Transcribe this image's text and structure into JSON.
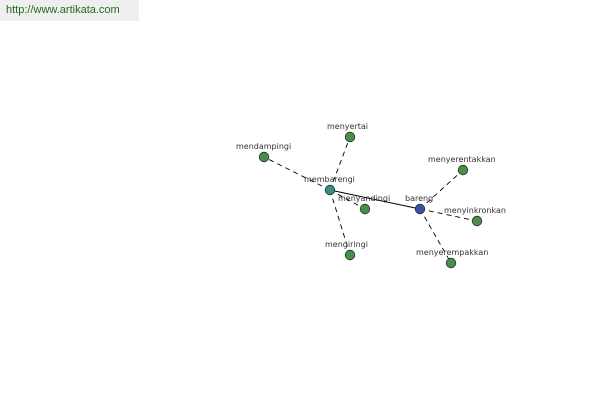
{
  "source": {
    "url_text": "http://www.artikata.com",
    "link_color": "#1f6b1f"
  },
  "graph": {
    "colors": {
      "leaf_node": "#4c8c4c",
      "hub_node": "#3a8a8a",
      "root_node": "#3b4fa8",
      "edge": "#000000"
    },
    "nodes": [
      {
        "id": "bareng",
        "label": "bareng",
        "kind": "root"
      },
      {
        "id": "membarengi",
        "label": "membarengi",
        "kind": "hub"
      },
      {
        "id": "menyertai",
        "label": "menyertai",
        "kind": "leaf"
      },
      {
        "id": "mendampingi",
        "label": "mendampingi",
        "kind": "leaf"
      },
      {
        "id": "menyandingi",
        "label": "menyandingi",
        "kind": "leaf"
      },
      {
        "id": "mengiringi",
        "label": "mengiringi",
        "kind": "leaf"
      },
      {
        "id": "menyerentakkan",
        "label": "menyerentakkan",
        "kind": "leaf"
      },
      {
        "id": "menyinkronkan",
        "label": "menyinkronkan",
        "kind": "leaf"
      },
      {
        "id": "menyerempakkan",
        "label": "menyerempakkan",
        "kind": "leaf"
      }
    ],
    "edges": [
      {
        "from": "membarengi",
        "to": "bareng",
        "style": "solid"
      },
      {
        "from": "membarengi",
        "to": "menyertai",
        "style": "dashed"
      },
      {
        "from": "membarengi",
        "to": "mendampingi",
        "style": "dashed"
      },
      {
        "from": "membarengi",
        "to": "menyandingi",
        "style": "dashed"
      },
      {
        "from": "membarengi",
        "to": "mengiringi",
        "style": "dashed"
      },
      {
        "from": "bareng",
        "to": "menyerentakkan",
        "style": "dashed"
      },
      {
        "from": "bareng",
        "to": "menyinkronkan",
        "style": "dashed"
      },
      {
        "from": "bareng",
        "to": "menyerempakkan",
        "style": "dashed"
      }
    ]
  }
}
